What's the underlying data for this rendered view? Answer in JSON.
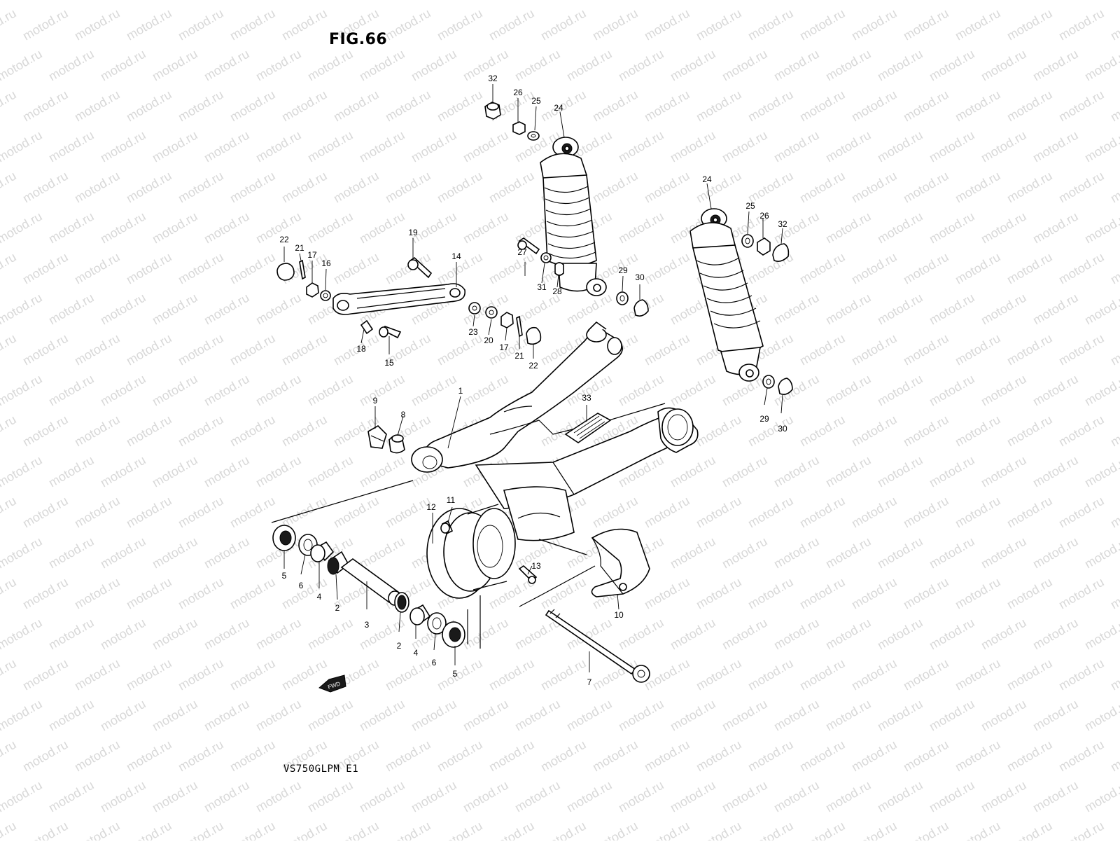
{
  "figure": {
    "title": "FIG.66",
    "model_code": "VS750GLPM E1",
    "watermark": "motod.ru",
    "fwd_label": "FWD"
  },
  "callouts": {
    "c1": "1",
    "c2a": "2",
    "c2b": "2",
    "c3": "3",
    "c4a": "4",
    "c4b": "4",
    "c5a": "5",
    "c5b": "5",
    "c6a": "6",
    "c6b": "6",
    "c7": "7",
    "c8": "8",
    "c9": "9",
    "c10": "10",
    "c11": "11",
    "c12": "12",
    "c13": "13",
    "c14": "14",
    "c15": "15",
    "c16": "16",
    "c17a": "17",
    "c17b": "17",
    "c18": "18",
    "c19": "19",
    "c20": "20",
    "c21a": "21",
    "c21b": "21",
    "c22a": "22",
    "c22b": "22",
    "c23": "23",
    "c24a": "24",
    "c24b": "24",
    "c25a": "25",
    "c25b": "25",
    "c26a": "26",
    "c26b": "26",
    "c27": "27",
    "c28": "28",
    "c29a": "29",
    "c29b": "29",
    "c30a": "30",
    "c30b": "30",
    "c31": "31",
    "c32a": "32",
    "c32b": "32",
    "c33": "33"
  }
}
